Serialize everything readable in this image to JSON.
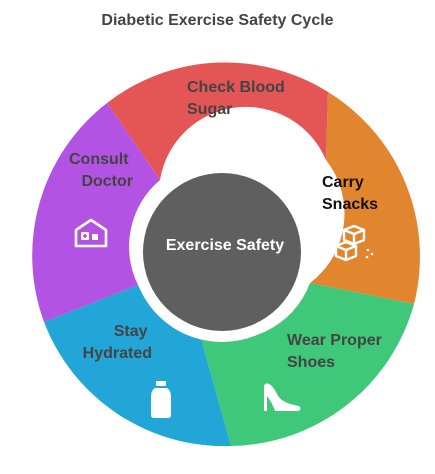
{
  "title": "Diabetic Exercise Safety Cycle",
  "center": {
    "label": "Exercise Safety",
    "color": "#5f5f5f"
  },
  "segments": [
    {
      "id": "check-blood-sugar",
      "line1": "Check Blood",
      "line2": "Sugar",
      "color": "#e45656",
      "text_color": "#444444",
      "icon": "blood-sample-icon"
    },
    {
      "id": "carry-snacks",
      "line1": "Carry",
      "line2": "Snacks",
      "color": "#e2852f",
      "text_color": "#111111",
      "icon": "snack-cubes-icon"
    },
    {
      "id": "wear-proper-shoes",
      "line1": "Wear Proper",
      "line2": "Shoes",
      "color": "#3fc77a",
      "text_color": "#444444",
      "icon": "shoe-icon"
    },
    {
      "id": "stay-hydrated",
      "line1": "Stay",
      "line2": "Hydrated",
      "color": "#22a6d8",
      "text_color": "#444444",
      "icon": "water-bottle-icon"
    },
    {
      "id": "consult-doctor",
      "line1": "Consult",
      "line2": "Doctor",
      "color": "#b253e3",
      "text_color": "#444444",
      "icon": "medical-clinic-icon"
    }
  ]
}
